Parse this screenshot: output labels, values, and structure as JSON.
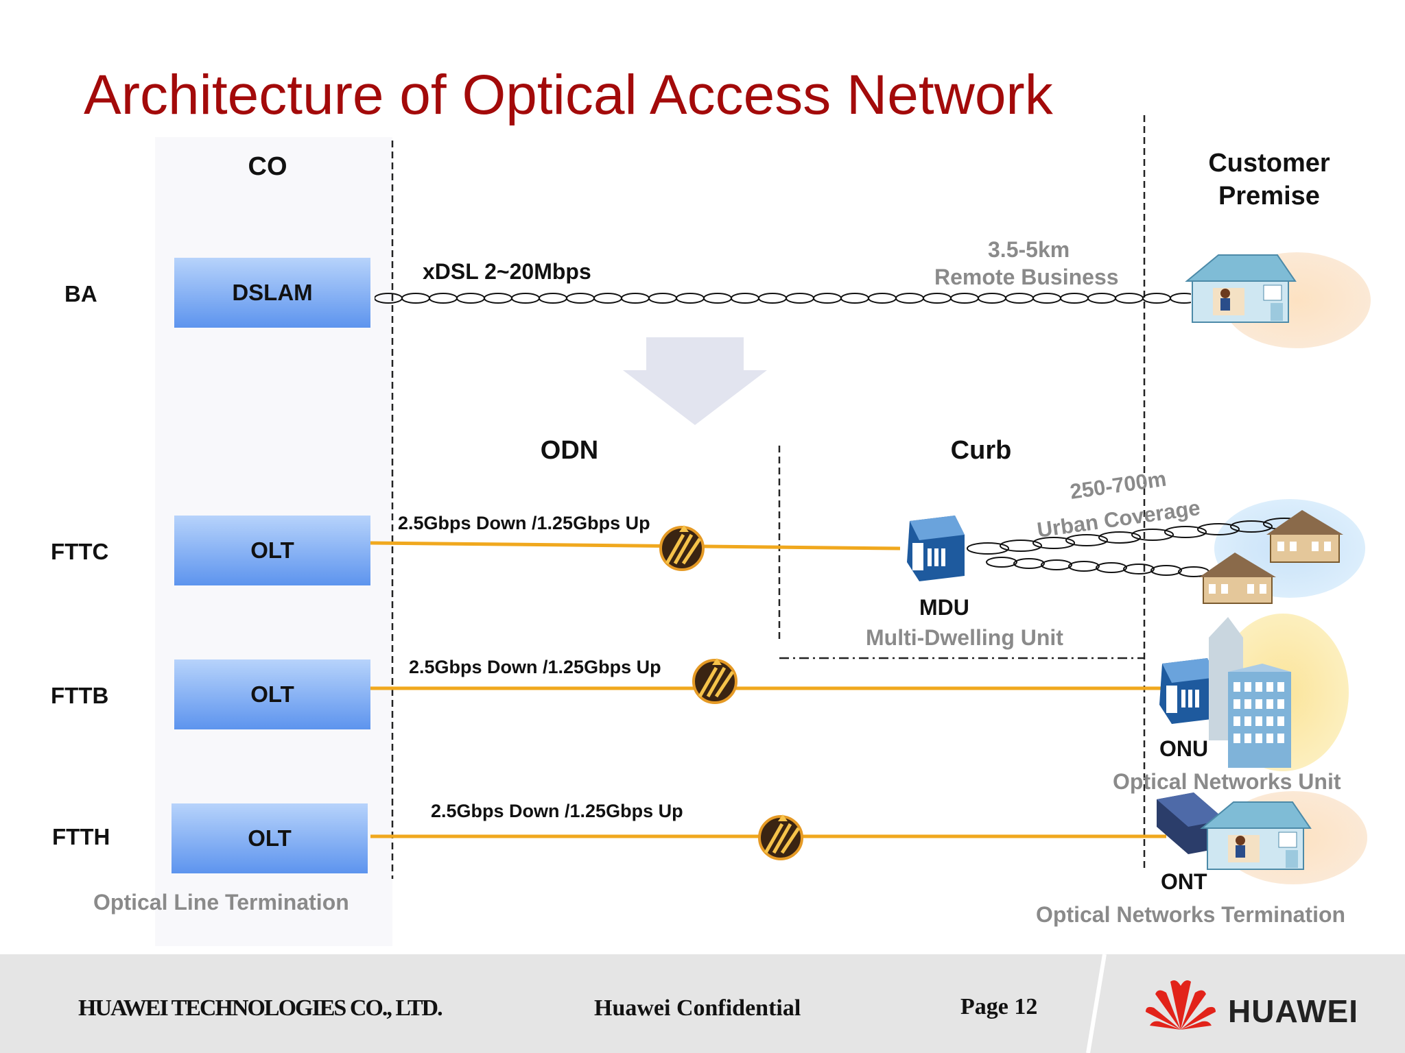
{
  "title": "Architecture of Optical Access Network",
  "headers": {
    "co": "CO",
    "customer": "Customer Premise",
    "odn": "ODN",
    "curb": "Curb"
  },
  "rows": [
    {
      "label": "BA",
      "box": "DSLAM",
      "link": "xDSL 2~20Mbps"
    },
    {
      "label": "FTTC",
      "box": "OLT",
      "link": "2.5Gbps Down /1.25Gbps Up"
    },
    {
      "label": "FTTB",
      "box": "OLT",
      "link": "2.5Gbps Down /1.25Gbps Up"
    },
    {
      "label": "FTTH",
      "box": "OLT",
      "link": "2.5Gbps Down /1.25Gbps Up"
    }
  ],
  "ba_distance": {
    "line1": "3.5-5km",
    "line2": "Remote Business"
  },
  "fttc_distance": {
    "line1": "250-700m",
    "line2": "Urban Coverage"
  },
  "devices": {
    "mdu": {
      "name": "MDU",
      "desc": "Multi-Dwelling Unit"
    },
    "onu": {
      "name": "ONU",
      "desc": "Optical Networks Unit"
    },
    "ont": {
      "name": "ONT",
      "desc": "Optical Networks Termination"
    },
    "olt_desc": "Optical Line Termination"
  },
  "footer": {
    "company": "HUAWEI TECHNOLOGIES CO., LTD.",
    "confidential": "Huawei Confidential",
    "page": "Page 12",
    "logo": "HUAWEI"
  },
  "colors": {
    "title": "#a30a0a",
    "fiber": "#f0a81e",
    "box": "#6b9ef0",
    "logo": "#e2231a"
  }
}
